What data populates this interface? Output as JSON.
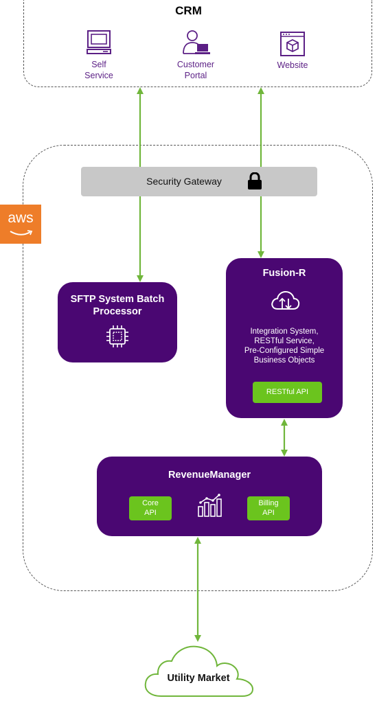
{
  "crm": {
    "title": "CRM",
    "items": [
      {
        "label_line1": "Self",
        "label_line2": "Service",
        "icon": "monitor-icon"
      },
      {
        "label_line1": "Customer",
        "label_line2": "Portal",
        "icon": "user-computer-icon"
      },
      {
        "label_line1": "Website",
        "label_line2": "",
        "icon": "browser-cube-icon"
      }
    ]
  },
  "aws": {
    "logo_text": "aws"
  },
  "security_gateway": {
    "label": "Security Gateway",
    "icon": "lock-icon"
  },
  "sftp": {
    "title_line1": "SFTP System Batch",
    "title_line2": "Processor",
    "icon": "chip-icon"
  },
  "fusion": {
    "title": "Fusion-R",
    "icon": "cloud-transfer-icon",
    "description": [
      "Integration System,",
      "RESTful Service,",
      "Pre-Configured Simple",
      "Business Objects"
    ],
    "api_button": "RESTful API"
  },
  "revenue": {
    "title": "RevenueManager",
    "core_api": [
      "Core",
      "API"
    ],
    "billing_api": [
      "Billing",
      "API"
    ],
    "icon": "bar-chart-trend-icon"
  },
  "utility_market": {
    "label": "Utility Market"
  },
  "colors": {
    "purple": "#4a0772",
    "green": "#6bc41e",
    "arrow": "#70b63b",
    "aws_orange": "#ee7d29",
    "gateway_gray": "#c8c8c8"
  }
}
